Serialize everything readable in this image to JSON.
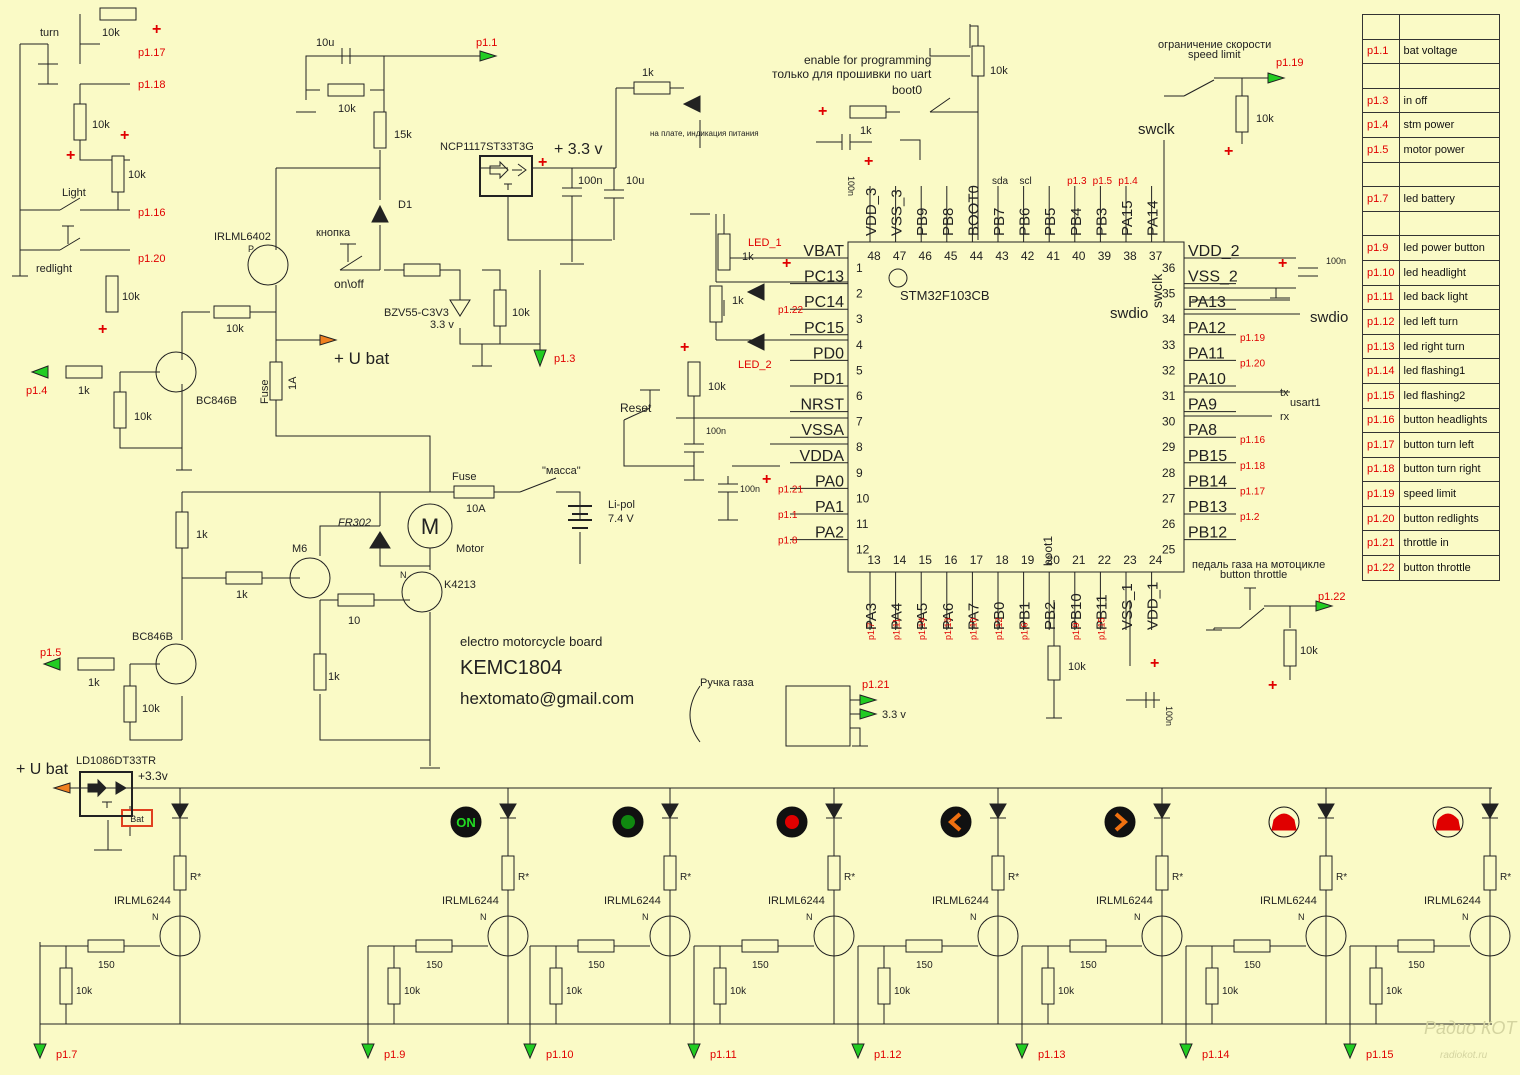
{
  "colors": {
    "background": "#fafac6",
    "wire": "#222222",
    "plus": "#e00000",
    "net_label": "#e00000",
    "arrow": "#22cc22",
    "ubat_arrow": "#f08020"
  },
  "pin_table": {
    "rows": [
      {
        "pin": "",
        "fn": ""
      },
      {
        "pin": "p1.1",
        "fn": "bat voltage"
      },
      {
        "pin": "",
        "fn": ""
      },
      {
        "pin": "p1.3",
        "fn": "in off"
      },
      {
        "pin": "p1.4",
        "fn": "stm power"
      },
      {
        "pin": "p1.5",
        "fn": "motor power"
      },
      {
        "pin": "",
        "fn": ""
      },
      {
        "pin": "p1.7",
        "fn": "led battery"
      },
      {
        "pin": "",
        "fn": ""
      },
      {
        "pin": "p1.9",
        "fn": "led power button"
      },
      {
        "pin": "p1.10",
        "fn": "led headlight"
      },
      {
        "pin": "p1.11",
        "fn": "led back light"
      },
      {
        "pin": "p1.12",
        "fn": "led left turn"
      },
      {
        "pin": "p1.13",
        "fn": "led right turn"
      },
      {
        "pin": "p1.14",
        "fn": "led flashing1"
      },
      {
        "pin": "p1.15",
        "fn": "led flashing2"
      },
      {
        "pin": "p1.16",
        "fn": "button headlights"
      },
      {
        "pin": "p1.17",
        "fn": "button turn left"
      },
      {
        "pin": "p1.18",
        "fn": "button turn right"
      },
      {
        "pin": "p1.19",
        "fn": "speed limit"
      },
      {
        "pin": "p1.20",
        "fn": "button redlights"
      },
      {
        "pin": "p1.21",
        "fn": "throttle in"
      },
      {
        "pin": "p1.22",
        "fn": "button throttle"
      }
    ]
  },
  "mcu": {
    "name": "STM32F103CB",
    "left_pins": [
      {
        "num": "1",
        "name": "VBAT"
      },
      {
        "num": "2",
        "name": "PC13"
      },
      {
        "num": "3",
        "name": "PC14"
      },
      {
        "num": "4",
        "name": "PC15"
      },
      {
        "num": "5",
        "name": "PD0"
      },
      {
        "num": "6",
        "name": "PD1"
      },
      {
        "num": "7",
        "name": "NRST"
      },
      {
        "num": "8",
        "name": "VSSA"
      },
      {
        "num": "9",
        "name": "VDDA"
      },
      {
        "num": "10",
        "name": "PA0"
      },
      {
        "num": "11",
        "name": "PA1"
      },
      {
        "num": "12",
        "name": "PA2"
      }
    ],
    "right_pins": [
      {
        "num": "36",
        "name": "VDD_2"
      },
      {
        "num": "35",
        "name": "VSS_2"
      },
      {
        "num": "34",
        "name": "PA13"
      },
      {
        "num": "33",
        "name": "PA12"
      },
      {
        "num": "32",
        "name": "PA11"
      },
      {
        "num": "31",
        "name": "PA10"
      },
      {
        "num": "30",
        "name": "PA9"
      },
      {
        "num": "29",
        "name": "PA8"
      },
      {
        "num": "28",
        "name": "PB15"
      },
      {
        "num": "27",
        "name": "PB14"
      },
      {
        "num": "26",
        "name": "PB13"
      },
      {
        "num": "25",
        "name": "PB12"
      }
    ],
    "top_pins": [
      {
        "num": "48",
        "name": "VDD_3"
      },
      {
        "num": "47",
        "name": "VSS_3"
      },
      {
        "num": "46",
        "name": "PB9"
      },
      {
        "num": "45",
        "name": "PB8"
      },
      {
        "num": "44",
        "name": "BOOT0"
      },
      {
        "num": "43",
        "name": "PB7"
      },
      {
        "num": "42",
        "name": "PB6"
      },
      {
        "num": "41",
        "name": "PB5"
      },
      {
        "num": "40",
        "name": "PB4"
      },
      {
        "num": "39",
        "name": "PB3"
      },
      {
        "num": "38",
        "name": "PA15"
      },
      {
        "num": "37",
        "name": "PA14"
      }
    ],
    "bottom_pins": [
      {
        "num": "13",
        "name": "PA3"
      },
      {
        "num": "14",
        "name": "PA4"
      },
      {
        "num": "15",
        "name": "PA5"
      },
      {
        "num": "16",
        "name": "PA6"
      },
      {
        "num": "17",
        "name": "PA7"
      },
      {
        "num": "18",
        "name": "PB0"
      },
      {
        "num": "19",
        "name": "PB1"
      },
      {
        "num": "20",
        "name": "PB2"
      },
      {
        "num": "21",
        "name": "PB10"
      },
      {
        "num": "22",
        "name": "PB11"
      },
      {
        "num": "23",
        "name": "VSS_1"
      },
      {
        "num": "24",
        "name": "VDD_1"
      }
    ],
    "left_nets": [
      "",
      "p1.22",
      "",
      "",
      "",
      "",
      "",
      "",
      "p1.21",
      "p1.1",
      "p1.8"
    ],
    "right_nets": [
      "",
      "",
      "",
      "p1.19",
      "p1.20",
      "",
      "",
      "p1.16",
      "p1.18",
      "p1.17",
      "p1.2",
      ""
    ],
    "top_labels": [
      "",
      "",
      "",
      "",
      "",
      "sda",
      "scl",
      "",
      "p1.3",
      "p1.5",
      "p1.4",
      ""
    ],
    "bottom_nets": [
      "p1.7",
      "p1.11",
      "p1.14",
      "p1.13",
      "p1.10",
      "p1.12",
      "p1.6",
      "",
      "p1.9",
      "p1.15",
      "",
      ""
    ],
    "boot1": "boot1",
    "swclk": "swclk",
    "swclk2": "swclk",
    "swdio": "swdio",
    "swdio2": "swdio",
    "tx": "tx",
    "rx": "rx",
    "usart": "usart1"
  },
  "labels": {
    "enable_prog": "enable for programming",
    "only_uart": "только для прошивки по uart",
    "boot0": "boot0",
    "speed_limit_ru": "ограничение скорости",
    "speed_limit_en": "speed limit",
    "reg_name": "NCP1117ST33T3G",
    "v33": "+ 3.3 v",
    "power_ind": "на плате, индикация питания",
    "turn": "turn",
    "light": "Light",
    "redlight": "redlight",
    "knopka": "кнопка",
    "onoff": "on\\off",
    "irlml6402": "IRLML6402",
    "ubat": "+ U bat",
    "ubat2": "+ U bat",
    "zener": "BZV55-C3V3",
    "zener_v": "3.3 v",
    "d1": "D1",
    "fuse": "Fuse",
    "fuse1a": "1A",
    "fuse2": "Fuse",
    "fuse10a": "10A",
    "massa": "\"масса\"",
    "lipol": "Li-pol",
    "lipol_v": "7.4 V",
    "motor": "Motor",
    "fr302": "FR302",
    "k4213": "K4213",
    "m6": "M6",
    "bc846b": "BC846B",
    "bc846b2": "BC846B",
    "board_title": "electro motorcycle board",
    "board_name": "KEMC1804",
    "email": "hextomato@gmail.com",
    "throttle_ru": "Ручка газа",
    "pedal_ru": "педаль газа на мотоцикле",
    "button_throttle": "button throttle",
    "reset": "Reset",
    "led1": "LED_1",
    "led2": "LED_2",
    "ld1086": "LD1086DT33TR",
    "v33b": "+3.3v",
    "v33c": "3.3 v",
    "bat_icon": "Bat",
    "on_icon": "ON",
    "watermark1": "Радио КОТ",
    "watermark2": "radiokot.ru"
  },
  "components": {
    "r10k": "10k",
    "r1k": "1k",
    "r15k": "15k",
    "r150": "150",
    "r10": "10",
    "rstar": "R*",
    "c10u": "10u",
    "c100n": "100n",
    "irlml6244": "IRLML6244",
    "n": "N",
    "p": "P"
  },
  "nets": {
    "p1_1": "p1.1",
    "p1_3": "p1.3",
    "p1_4": "p1.4",
    "p1_5": "p1.5",
    "p1_16": "p1.16",
    "p1_17": "p1.17",
    "p1_18": "p1.18",
    "p1_19": "p1.19",
    "p1_20": "p1.20",
    "p1_21": "p1.21",
    "p1_22": "p1.22"
  },
  "led_drivers": [
    {
      "net": "p1.7",
      "icon": "battery-icon"
    },
    {
      "net": "p1.9",
      "icon": "on-icon"
    },
    {
      "net": "p1.10",
      "icon": "headlight-icon"
    },
    {
      "net": "p1.11",
      "icon": "backlight-icon"
    },
    {
      "net": "p1.12",
      "icon": "left-turn-icon"
    },
    {
      "net": "p1.13",
      "icon": "right-turn-icon"
    },
    {
      "net": "p1.14",
      "icon": "flashing-icon"
    },
    {
      "net": "p1.15",
      "icon": "flashing-icon"
    }
  ]
}
